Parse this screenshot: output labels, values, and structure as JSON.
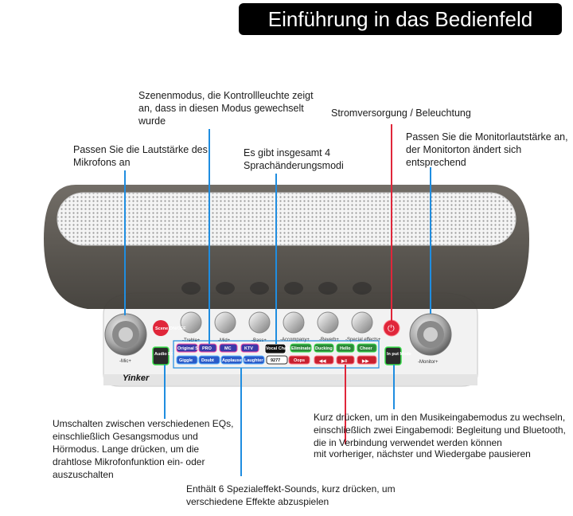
{
  "title": "Einführung in das Bedienfeld",
  "callouts": {
    "scene_mode": "Szenenmodus, die Kontrollleuchte zeigt an, dass in diesen Modus gewechselt wurde",
    "power": "Stromversorgung / Beleuchtung",
    "mic_volume": "Passen Sie die Lautstärke des Mikrofons an",
    "voice_change": "Es gibt insgesamt 4 Sprachänderungsmodi",
    "monitor": "Passen Sie die Monitorlautstärke an, der Monitorton ändert sich entsprechend",
    "eq": "Umschalten zwischen verschiedenen EQs, einschließlich Gesangsmodus und Hörmodus. Lange drücken, um die drahtlose Mikrofonfunktion ein- oder auszuschalten",
    "input_mode": "Kurz drücken, um in den Musikeingabemodus zu wechseln, einschließlich zwei Eingabemodi: Begleitung und Bluetooth, die in Verbindung verwendet werden können",
    "playback": "mit vorheriger, nächster und Wiedergabe pausieren",
    "effects": "Enthält 6 Spezialeffekt-Sounds, kurz drücken, um verschiedene Effekte abzuspielen"
  },
  "device": {
    "brand": "Yinker",
    "knob_labels": {
      "mic": "-Mic+",
      "monitor": "-Monitor+",
      "treble": "-Treble+",
      "mid": "-Mid+",
      "bass": "-Bass+",
      "accompany": "-Accompany+",
      "reverb": "-Reverb+",
      "special": "-Special effects+"
    },
    "buttons": {
      "scene": "Scene ON/OFF",
      "audio_eq": "Audio EQ",
      "original_sound": "Original Sound",
      "pro": "PRO",
      "mc": "MC",
      "ktv": "KTV",
      "vocal_change": "Vocal Change",
      "eliminate": "Eliminate",
      "ducking": "Ducking",
      "hello": "Hello",
      "cheer": "Cheer",
      "giggle": "Giggle",
      "doubt": "Doubt",
      "applause": "Applause",
      "laughter": "Laughter",
      "number": "9277",
      "oops": "Oops",
      "input_mode": "In put Mode"
    }
  },
  "colors": {
    "blue_line": "#1f8de0",
    "red_line": "#e0263a",
    "shell": "#5a5650",
    "grille": "#e6e6e6",
    "body": "#f2f2f2"
  }
}
